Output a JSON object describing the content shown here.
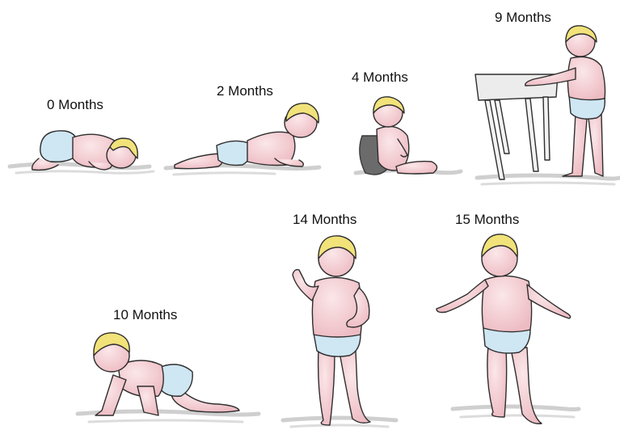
{
  "milestones": [
    {
      "label": "0 Months",
      "pose": "prone-curled"
    },
    {
      "label": "2 Months",
      "pose": "prone-lifting-head"
    },
    {
      "label": "4 Months",
      "pose": "sitting-supported"
    },
    {
      "label": "9 Months",
      "pose": "standing-holding-table"
    },
    {
      "label": "10 Months",
      "pose": "crawling"
    },
    {
      "label": "14 Months",
      "pose": "standing"
    },
    {
      "label": "15 Months",
      "pose": "walking-arms-out"
    }
  ],
  "colors": {
    "skin": "#f3d2d6",
    "skin_shade": "#e6a9b0",
    "hair": "#f2e27a",
    "diaper": "#cfe6f3",
    "outline": "#2e2e2e",
    "shadow": "#d2d2d2",
    "table": "#ececec"
  }
}
